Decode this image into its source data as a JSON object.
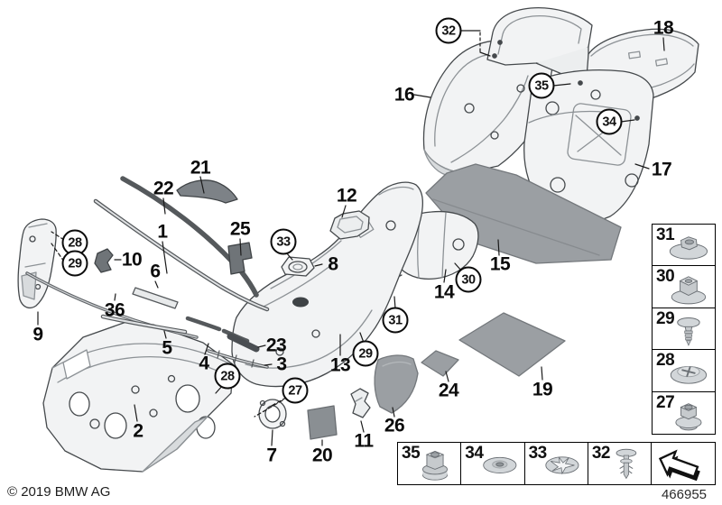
{
  "callouts": {
    "plain": {
      "p1": "1",
      "p2": "2",
      "p3": "3",
      "p4": "4",
      "p5": "5",
      "p6": "6",
      "p7": "7",
      "p8": "8",
      "p9": "9",
      "p10": "10",
      "p11": "11",
      "p12": "12",
      "p13": "13",
      "p14": "14",
      "p15": "15",
      "p16": "16",
      "p17": "17",
      "p18": "18",
      "p19": "19",
      "p20": "20",
      "p21": "21",
      "p22": "22",
      "p23": "23",
      "p24": "24",
      "p25": "25",
      "p26": "26",
      "p36": "36"
    },
    "circled": {
      "c27": "27",
      "c28_left": "28",
      "c28_mid": "28",
      "c29_left": "29",
      "c29_mid": "29",
      "c30": "30",
      "c31": "31",
      "c32": "32",
      "c33": "33",
      "c34": "34",
      "c35": "35"
    }
  },
  "legend_column": [
    {
      "label": "31",
      "icon": "washer-with-hex-nut"
    },
    {
      "label": "30",
      "icon": "plastic-hex-nut"
    },
    {
      "label": "29",
      "icon": "self-tapping-screw"
    },
    {
      "label": "28",
      "icon": "phillips-washer-screw"
    },
    {
      "label": "27",
      "icon": "hex-collar-nut"
    }
  ],
  "legend_row": [
    {
      "label": "35",
      "icon": "hex-socket-nut"
    },
    {
      "label": "34",
      "icon": "flat-washer"
    },
    {
      "label": "33",
      "icon": "star-lock-washer"
    },
    {
      "label": "32",
      "icon": "expanding-rivet"
    }
  ],
  "legend_arrow": {
    "icon": "continue-arrow"
  },
  "footer": {
    "copyright": "© 2019 BMW AG",
    "diagram_number": "466955"
  },
  "colors": {
    "line_art": "#45494c",
    "felt_gray": "#9b9fa3",
    "strip_dark": "#55595c",
    "panel_fill": "#f2f3f4"
  }
}
